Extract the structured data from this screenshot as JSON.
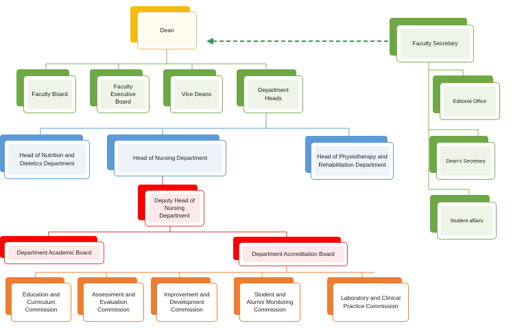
{
  "nodes": {
    "dean": "Dean",
    "faculty_secretary": "Faculty Secretary",
    "faculty_board": "Faculty Board",
    "faculty_executive_board": "Faculty Executive Board",
    "vice_deans": "Vice Deans",
    "department_heads": "Department Heads",
    "editorial_office": "Editorial Office",
    "deans_secretary": "Dean's Secretary",
    "student_affairs": "Student affairs",
    "head_nutrition": "Head of Nutrition and Dietetics Department",
    "head_nursing": "Head of Nursing Department",
    "head_physiotherapy": "Head of Physiotherapy and Rehabilitation Department",
    "deputy_head_nursing": "Deputy Head of Nursing Department",
    "department_academic_board": "Department Academic Board",
    "department_accreditation_board": "Department Accreditation Board",
    "education_curriculum": "Education and Curriculum Commission",
    "assessment_evaluation": "Assessment and Evaluation Commission",
    "improvement_development": "Improvement and Development Commission",
    "student_alumni": "Student and Alumni Monitoring Commission",
    "laboratory_clinical": "Laboratory and Clinical Practice Commission"
  },
  "colors": {
    "gold": "#f5bc0f",
    "green": "#6ea845",
    "blue": "#5b9bd5",
    "red": "#ff0000",
    "orange": "#ed7d31",
    "dashed_arrow": "#2aa04a"
  }
}
